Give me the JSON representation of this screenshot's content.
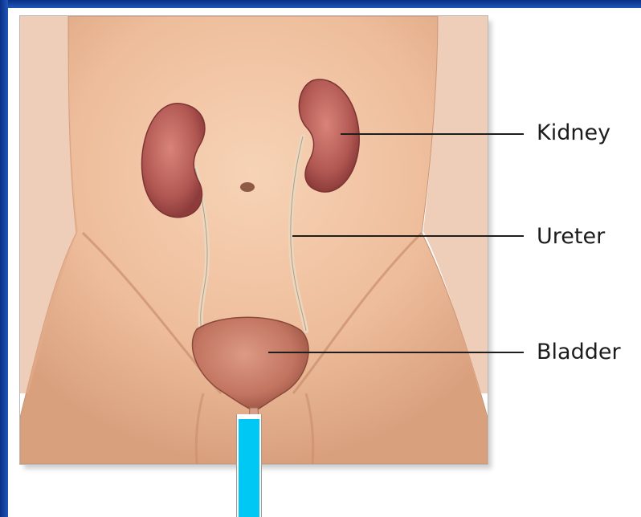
{
  "labels": {
    "kidney": "Kidney",
    "ureter": "Ureter",
    "bladder": "Bladder"
  },
  "colors": {
    "frame_blue": "#1f56b8",
    "skin": "#f2c5a4",
    "kidney": "#b55a55",
    "bladder": "#c97b67",
    "urethra_marker": "#00c8f4"
  }
}
